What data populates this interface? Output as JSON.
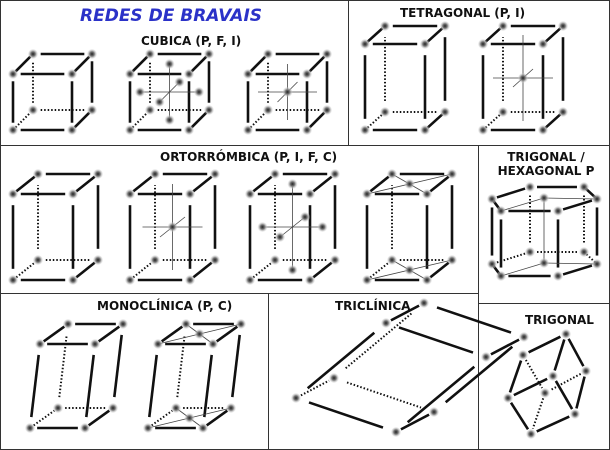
{
  "title": "REDES DE BRAVAIS",
  "panels": {
    "cubic": "CUBICA (P, F, I)",
    "tetragonal": "TETRAGONAL (P, I)",
    "orthorhombic": "ORTORRÓMBICA (P, I, F, C)",
    "hexagonal_line1": "TRIGONAL /",
    "hexagonal_line2": "HEXAGONAL P",
    "monoclinic": "MONOCLÍNICA (P, C)",
    "triclinic": "TRICLÍNICA",
    "trigonal": "TRIGONAL"
  },
  "colors": {
    "title": "#2b32c8",
    "lines": "#111111",
    "atom": "#555555"
  }
}
